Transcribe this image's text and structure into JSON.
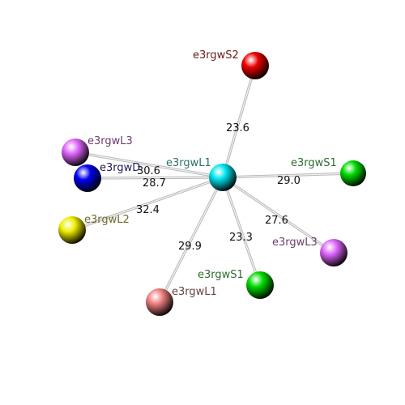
{
  "diagram": {
    "center": {
      "id": "c",
      "label": "e3rgwL1",
      "color": "#00e5ee",
      "label_color": "#2f6f6f"
    },
    "nodes": [
      {
        "id": "n1",
        "label": "e3rgwS2",
        "color": "#ee0000",
        "label_color": "#6b1a1a",
        "edge_value": "23.6"
      },
      {
        "id": "n2",
        "label": "e3rgwS1",
        "color": "#00dd00",
        "label_color": "#2e6b2e",
        "edge_value": "29.0"
      },
      {
        "id": "n3",
        "label": "e3rgwL3",
        "color": "#e066ff",
        "label_color": "#6b3e6b",
        "edge_value": "27.6"
      },
      {
        "id": "n4",
        "label": "e3rgwS1",
        "color": "#00dd00",
        "label_color": "#2e6b2e",
        "edge_value": "23.3"
      },
      {
        "id": "n5",
        "label": "e3rgwL1",
        "color": "#f08080",
        "label_color": "#6b4040",
        "edge_value": "29.9"
      },
      {
        "id": "n6",
        "label": "e3rgwL2",
        "color": "#eeee00",
        "label_color": "#6b6b2e",
        "edge_value": "32.4"
      },
      {
        "id": "n7",
        "label": "e3rgwD",
        "color": "#0000ee",
        "label_color": "#1a1a5a",
        "edge_value": "28.7"
      },
      {
        "id": "n8",
        "label": "e3rgwL3",
        "color": "#e066ff",
        "label_color": "#6b3e6b",
        "edge_value": "30.6"
      }
    ]
  }
}
